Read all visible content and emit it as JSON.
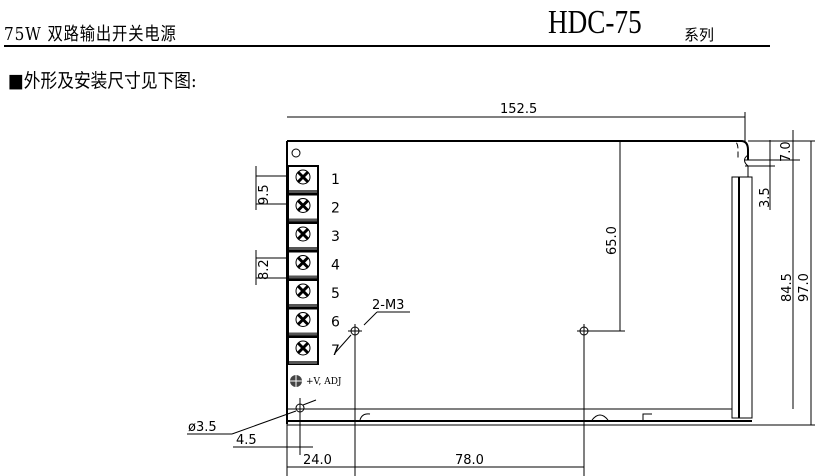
{
  "header": {
    "product_title": "75W 双路输出开关电源",
    "model": "HDC-75",
    "series": "系列"
  },
  "section_heading": "■外形及安装尺寸见下图:",
  "drawing": {
    "terminals": [
      "1",
      "2",
      "3",
      "4",
      "5",
      "6",
      "7"
    ],
    "adj_label": "+V, ADJ",
    "dimensions": {
      "width_total": "152.5",
      "terminal_pitch_a": "9.5",
      "terminal_pitch_b": "8.2",
      "hole_depth": "65.0",
      "mount_holes": "2-M3",
      "hole_dia": "ø3.5",
      "edge_offset": "4.5",
      "left_to_hole": "24.0",
      "hole_spacing": "78.0",
      "top_slot": "7.0",
      "slot_width": "3.5",
      "inner_height": "84.5",
      "height_total": "97.0"
    }
  }
}
